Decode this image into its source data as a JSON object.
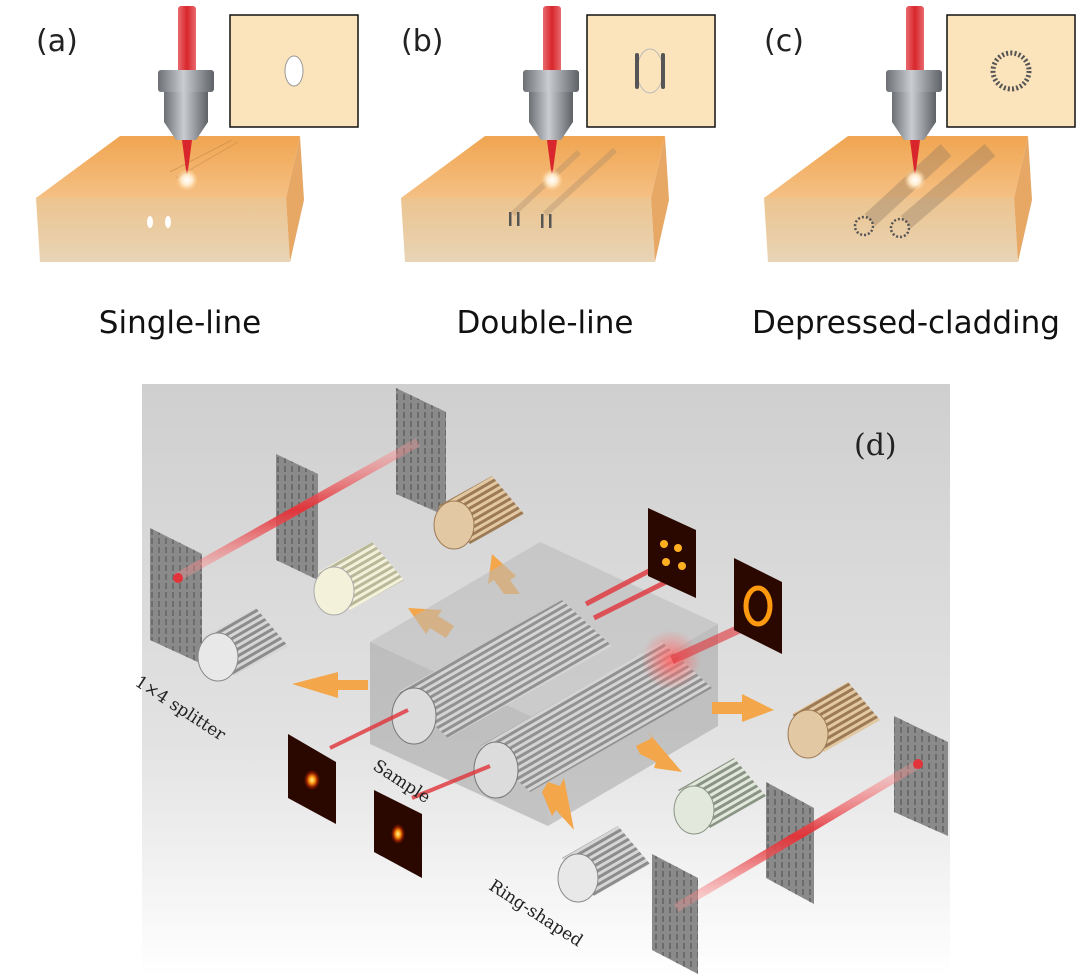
{
  "panels": [
    {
      "label": "(a)",
      "caption": "Single-line"
    },
    {
      "label": "(b)",
      "caption": "Double-line"
    },
    {
      "label": "(c)",
      "caption": "Depressed-cladding"
    }
  ],
  "panel_d": {
    "label": "(d)",
    "annotations": {
      "splitter": "1×4 splitter",
      "sample": "Sample",
      "ring": "Ring-shaped"
    }
  },
  "colors": {
    "substrate_top": "#f2b365",
    "substrate_front": "#e9c99c",
    "inset_bg": "#fbe3bb",
    "laser": "#e0343a",
    "nozzle": "#8a8d92",
    "panel_d_bg": "#d3d3d3"
  },
  "icons": [
    "laser-nozzle-icon",
    "laser-beam-icon",
    "waveguide-bundle-icon",
    "mode-profile-icon",
    "arrow-icon"
  ]
}
